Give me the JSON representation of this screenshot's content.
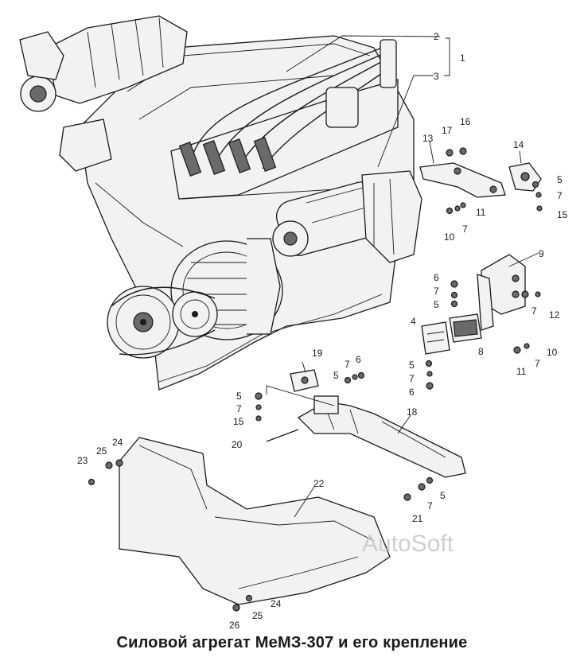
{
  "caption": "Силовой агрегат МеМЗ-307 и его крепление",
  "watermark": "AutoSoft",
  "callouts": [
    "1",
    "2",
    "3",
    "4",
    "5",
    "6",
    "7",
    "8",
    "9",
    "10",
    "11",
    "12",
    "13",
    "14",
    "15",
    "16",
    "17",
    "18",
    "19",
    "20",
    "21",
    "22",
    "23",
    "24",
    "25",
    "26"
  ]
}
